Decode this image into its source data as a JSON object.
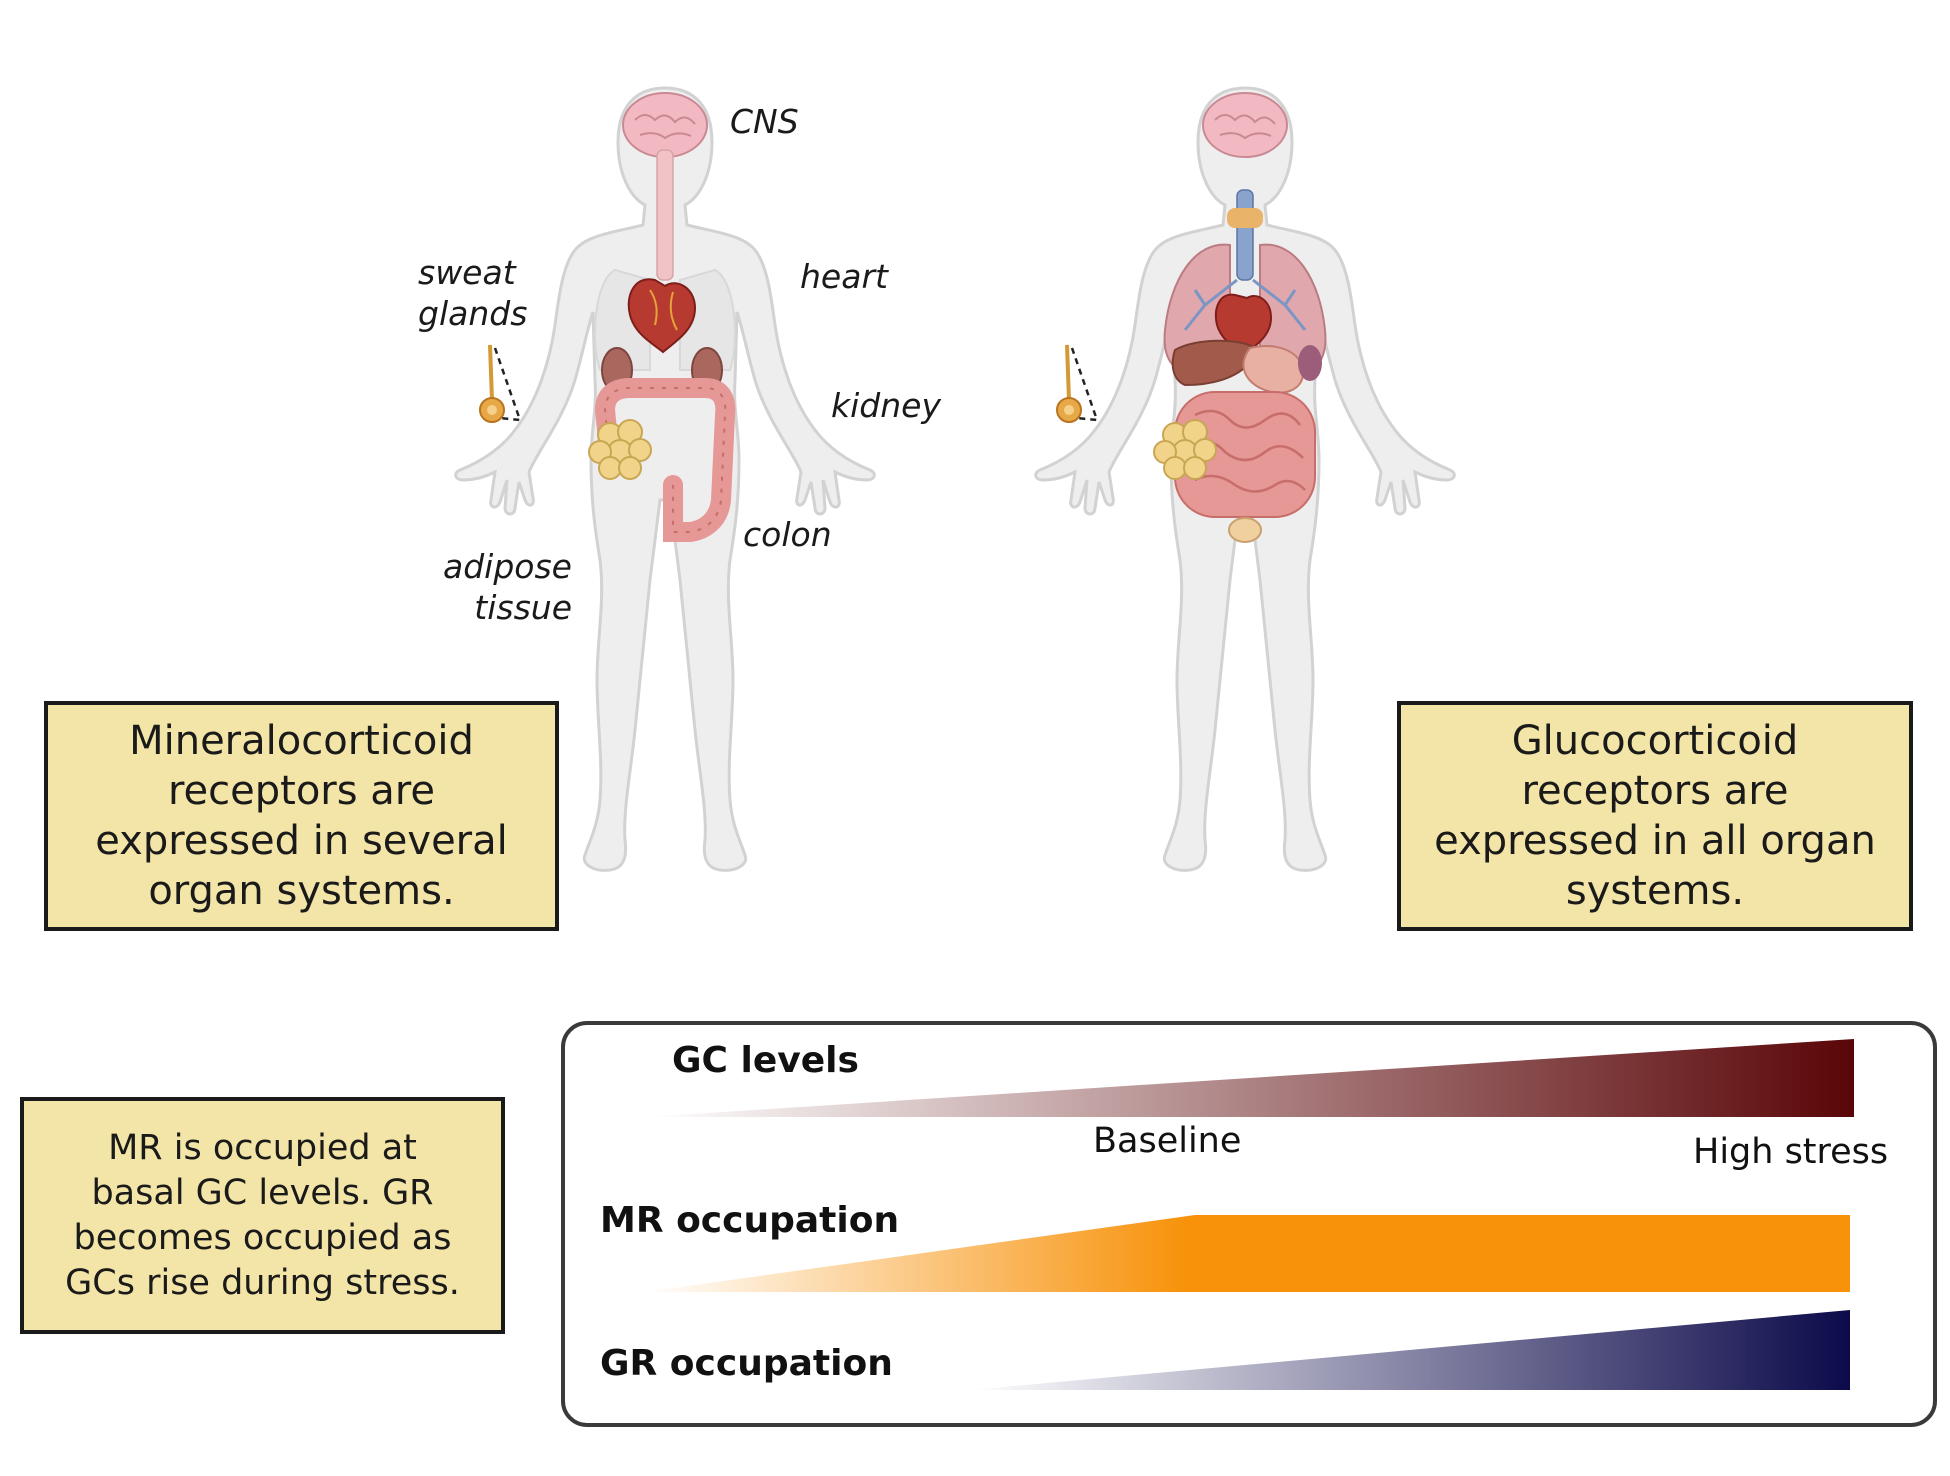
{
  "mr_figure": {
    "labels": {
      "cns": "CNS",
      "heart": "heart",
      "sweat_glands": [
        "sweat",
        "glands"
      ],
      "kidney": "kidney",
      "colon": "colon",
      "adipose_tissue": [
        "adipose",
        "tissue"
      ]
    },
    "box_lines": [
      "Mineralocorticoid",
      "receptors are",
      "expressed in several",
      "organ systems."
    ]
  },
  "gr_figure": {
    "box_lines": [
      "Glucocorticoid",
      "receptors are",
      "expressed in all organ",
      "systems."
    ]
  },
  "occupancy_note": {
    "lines": [
      "MR is occupied at",
      "basal GC levels. GR",
      "becomes occupied as",
      "GCs rise during stress."
    ]
  },
  "levels_panel": {
    "gc_title": "GC levels",
    "baseline_label": "Baseline",
    "high_stress_label": "High stress",
    "mr_title": "MR occupation",
    "gr_title": "GR occupation"
  },
  "colors": {
    "note_fill": "#f3e5a7",
    "gc_dark": "#5a0608",
    "mr_orange": "#f7920a",
    "gr_navy": "#0c0a4a",
    "body_fill": "#eeeeee",
    "organ_pink": "#e59895"
  }
}
